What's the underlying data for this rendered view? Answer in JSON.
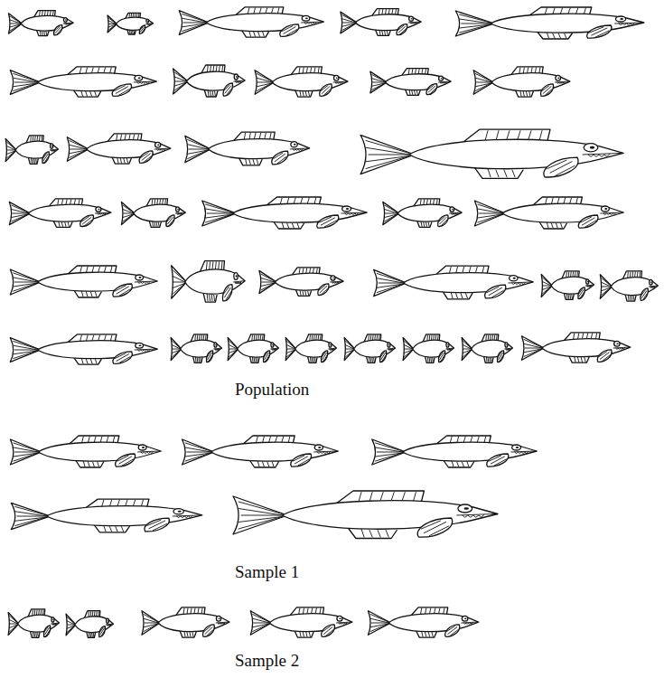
{
  "diagram": {
    "labels": [
      "Population",
      "Sample 1",
      "Sample 2"
    ]
  }
}
